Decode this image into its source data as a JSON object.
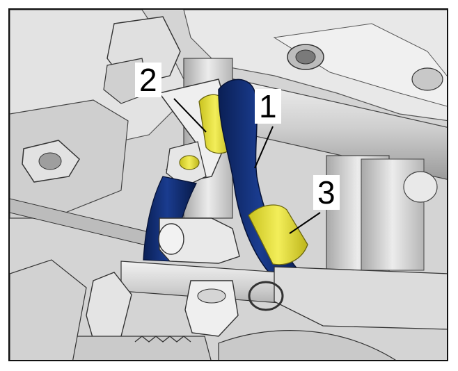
{
  "figure": {
    "callouts": [
      {
        "id": "1",
        "label": "1"
      },
      {
        "id": "2",
        "label": "2"
      },
      {
        "id": "3",
        "label": "3"
      }
    ]
  },
  "colors": {
    "hose": "#0e2a6e",
    "highlight": "#e8e23a",
    "metal_light": "#e6e6e6",
    "metal_mid": "#c4c4c4",
    "metal_dark": "#8e8e8e",
    "outline": "#222222",
    "frame": "#111111"
  }
}
